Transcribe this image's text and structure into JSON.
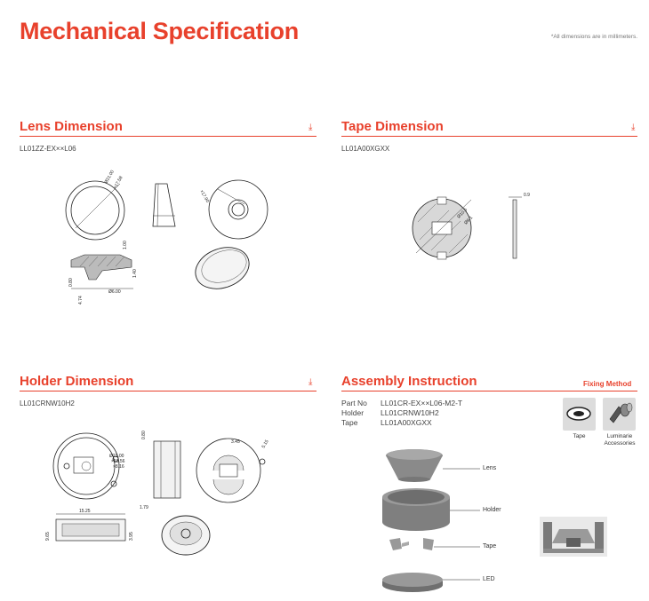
{
  "header": {
    "title": "Mechanical Specification",
    "note": "*All dimensions are in millimeters."
  },
  "lens": {
    "title": "Lens Dimension",
    "part": "LL01ZZ-EX××L06",
    "dims": [
      "Ø21.00",
      "×17.58",
      "×17.90",
      "1.00",
      "0.80",
      "4.74",
      "Ø6.00",
      "1.40"
    ]
  },
  "tape": {
    "title": "Tape Dimension",
    "part": "LL01A00XGXX",
    "dims": [
      "Ø10.5",
      "Ø9.1",
      "0.9"
    ]
  },
  "holder": {
    "title": "Holder Dimension",
    "part": "LL01CRNW10H2",
    "dims": [
      "Ø21.00",
      "×18.56",
      "×8.16",
      "0.80",
      "15.25",
      "3.45",
      "5.15",
      "1.79",
      "9.65",
      "3.95"
    ]
  },
  "assembly": {
    "title": "Assembly Instruction",
    "fixing_label": "Fixing Method",
    "rows": [
      {
        "key": "Part No",
        "value": "LL01CR-EX××L06-M2-T"
      },
      {
        "key": "Holder",
        "value": "LL01CRNW10H2"
      },
      {
        "key": "Tape",
        "value": "LL01A00XGXX"
      }
    ],
    "fixing": [
      {
        "icon": "tape-fixing-icon",
        "caption": "Tape"
      },
      {
        "icon": "luminaire-fixing-icon",
        "caption": "Luminarie Accessories"
      }
    ],
    "callouts": [
      "Lens",
      "Holder",
      "Tape",
      "LED"
    ]
  },
  "colors": {
    "accent": "#e8412c",
    "part_gray": "#8a8a8a"
  }
}
